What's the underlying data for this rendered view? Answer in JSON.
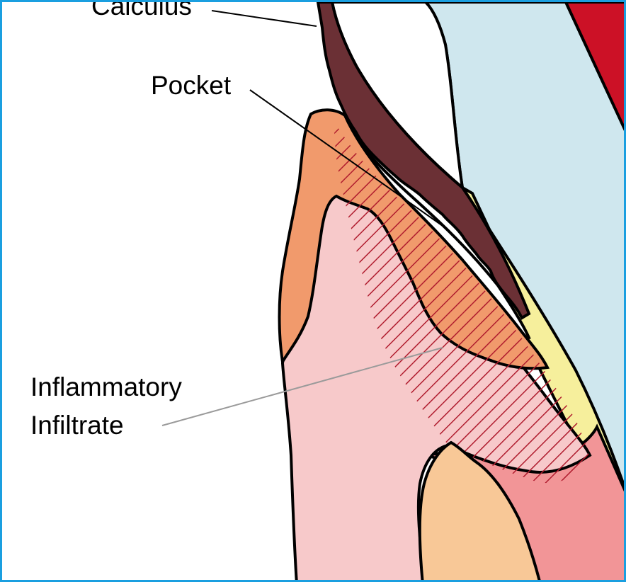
{
  "labels": {
    "calculus": "Calculus",
    "pocket": "Pocket",
    "inflammatory_line1": "Inflammatory",
    "inflammatory_line2": "Infiltrate"
  },
  "colors": {
    "frame_border": "#1a9fe0",
    "background": "#ffffff",
    "outline": "#000000",
    "calculus": "#6b3035",
    "tooth_dentin": "#cfe7ee",
    "pulp": "#cc1126",
    "enamel": "#ffffff",
    "cementum": "#f6ef9c",
    "gingiva": "#f7c9ca",
    "inflamed_epithelium": "#f19a6c",
    "infiltrate_hatch": "#b01c2e",
    "bone": "#f8c897",
    "connective_tissue": "#f29597",
    "leader_line": "#000000",
    "leader_line_grey": "#9a9a9a"
  }
}
